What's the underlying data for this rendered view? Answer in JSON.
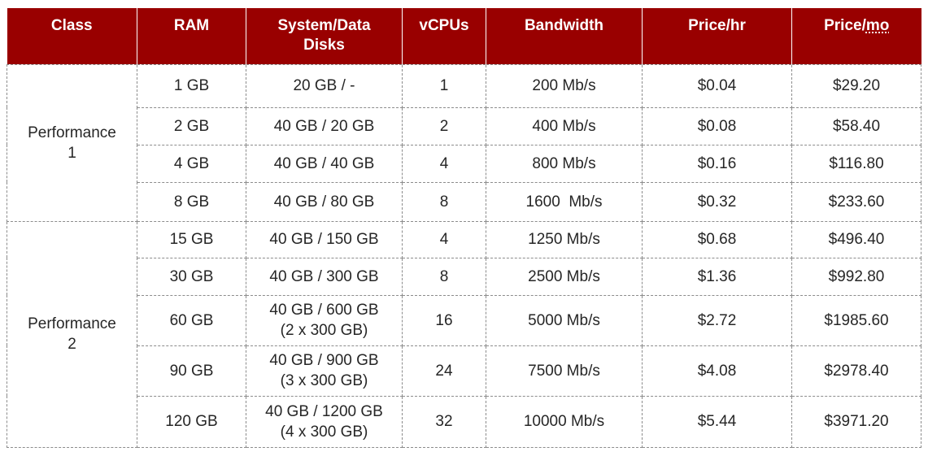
{
  "table": {
    "headers": [
      {
        "line1": "Class",
        "line2": ""
      },
      {
        "line1": "RAM",
        "line2": ""
      },
      {
        "line1": "System/Data",
        "line2": "Disks"
      },
      {
        "line1": "vCPUs",
        "line2": ""
      },
      {
        "line1": "Bandwidth",
        "line2": ""
      },
      {
        "line1": "Price/hr",
        "line2": ""
      },
      {
        "line1": "Price/",
        "line2": "",
        "suffix": "mo"
      }
    ],
    "groups": [
      {
        "class_line1": "Performance",
        "class_line2": "1",
        "rows": [
          {
            "ram": "1 GB",
            "disk1": "20 GB / -",
            "disk2": "",
            "vcpus": "1",
            "bandwidth": "200 Mb/s",
            "price_hr": "$0.04",
            "price_mo": "$29.20"
          },
          {
            "ram": "2 GB",
            "disk1": "40 GB / 20 GB",
            "disk2": "",
            "vcpus": "2",
            "bandwidth": "400 Mb/s",
            "price_hr": "$0.08",
            "price_mo": "$58.40"
          },
          {
            "ram": "4 GB",
            "disk1": "40 GB / 40 GB",
            "disk2": "",
            "vcpus": "4",
            "bandwidth": "800 Mb/s",
            "price_hr": "$0.16",
            "price_mo": "$116.80"
          },
          {
            "ram": "8 GB",
            "disk1": "40 GB / 80 GB",
            "disk2": "",
            "vcpus": "8",
            "bandwidth": "1600  Mb/s",
            "price_hr": "$0.32",
            "price_mo": "$233.60"
          }
        ]
      },
      {
        "class_line1": "Performance",
        "class_line2": "2",
        "rows": [
          {
            "ram": "15 GB",
            "disk1": "40 GB / 150 GB",
            "disk2": "",
            "vcpus": "4",
            "bandwidth": "1250 Mb/s",
            "price_hr": "$0.68",
            "price_mo": "$496.40"
          },
          {
            "ram": "30 GB",
            "disk1": "40 GB / 300 GB",
            "disk2": "",
            "vcpus": "8",
            "bandwidth": "2500 Mb/s",
            "price_hr": "$1.36",
            "price_mo": "$992.80"
          },
          {
            "ram": "60 GB",
            "disk1": "40 GB / 600 GB",
            "disk2": "(2 x 300 GB)",
            "vcpus": "16",
            "bandwidth": "5000 Mb/s",
            "price_hr": "$2.72",
            "price_mo": "$1985.60"
          },
          {
            "ram": "90 GB",
            "disk1": "40 GB / 900 GB",
            "disk2": "(3 x 300 GB)",
            "vcpus": "24",
            "bandwidth": "7500 Mb/s",
            "price_hr": "$4.08",
            "price_mo": "$2978.40"
          },
          {
            "ram": "120 GB",
            "disk1": "40 GB / 1200 GB",
            "disk2": "(4 x 300 GB)",
            "vcpus": "32",
            "bandwidth": "10000 Mb/s",
            "price_hr": "$5.44",
            "price_mo": "$3971.20"
          }
        ]
      }
    ]
  },
  "colors": {
    "header_bg": "#990000",
    "header_text": "#ffffff",
    "body_text": "#262626",
    "group_divider": "#000000"
  }
}
